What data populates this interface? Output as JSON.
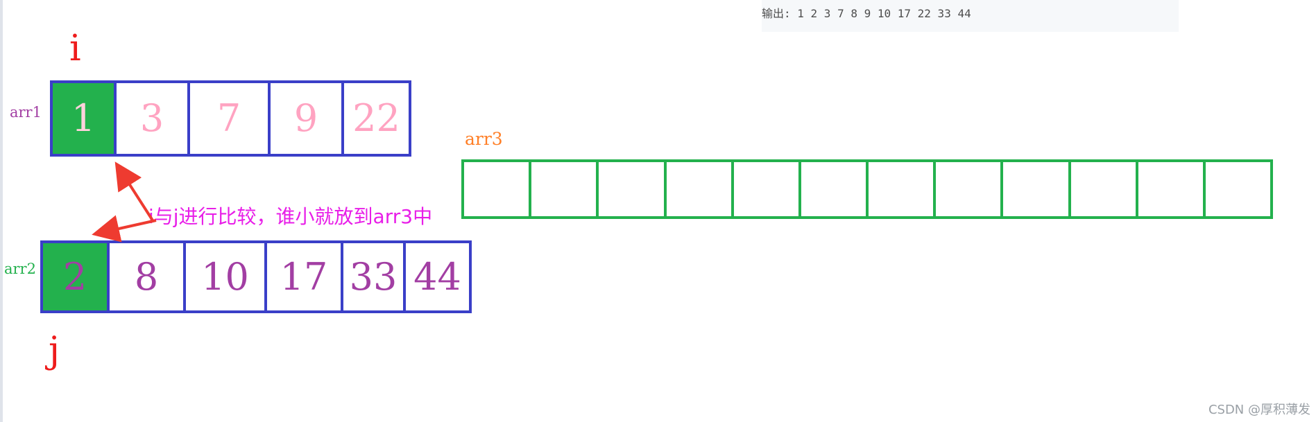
{
  "output": {
    "text": "输出: 1 2 3 7 8 9 10 17 22 33 44"
  },
  "pointers": {
    "i": "i",
    "j": "j"
  },
  "arr1": {
    "label": "arr1",
    "label_color": "#a23ea3",
    "values": [
      "1",
      "3",
      "7",
      "9",
      "22"
    ],
    "current_index": 0,
    "value_color": "#ffa3c1",
    "current_value_color": "#ffd2dc"
  },
  "arr2": {
    "label": "arr2",
    "label_color": "#23b14d",
    "values": [
      "2",
      "8",
      "10",
      "17",
      "33",
      "44"
    ],
    "current_index": 0,
    "value_color": "#a23ea3",
    "current_value_color": "#a23ea3"
  },
  "arr3": {
    "label": "arr3",
    "label_color": "#ff7f27",
    "slot_count": 12
  },
  "annotation": {
    "text": "i与j进行比较，谁小就放到arr3中",
    "color": "#e81ee8"
  },
  "colors": {
    "box_border": "#3a3fc8",
    "current_fill": "#23b14d",
    "arrow": "#ee3b30",
    "index_letter": "#ee1c1c"
  },
  "watermark": {
    "text": "CSDN @厚积薄发"
  }
}
